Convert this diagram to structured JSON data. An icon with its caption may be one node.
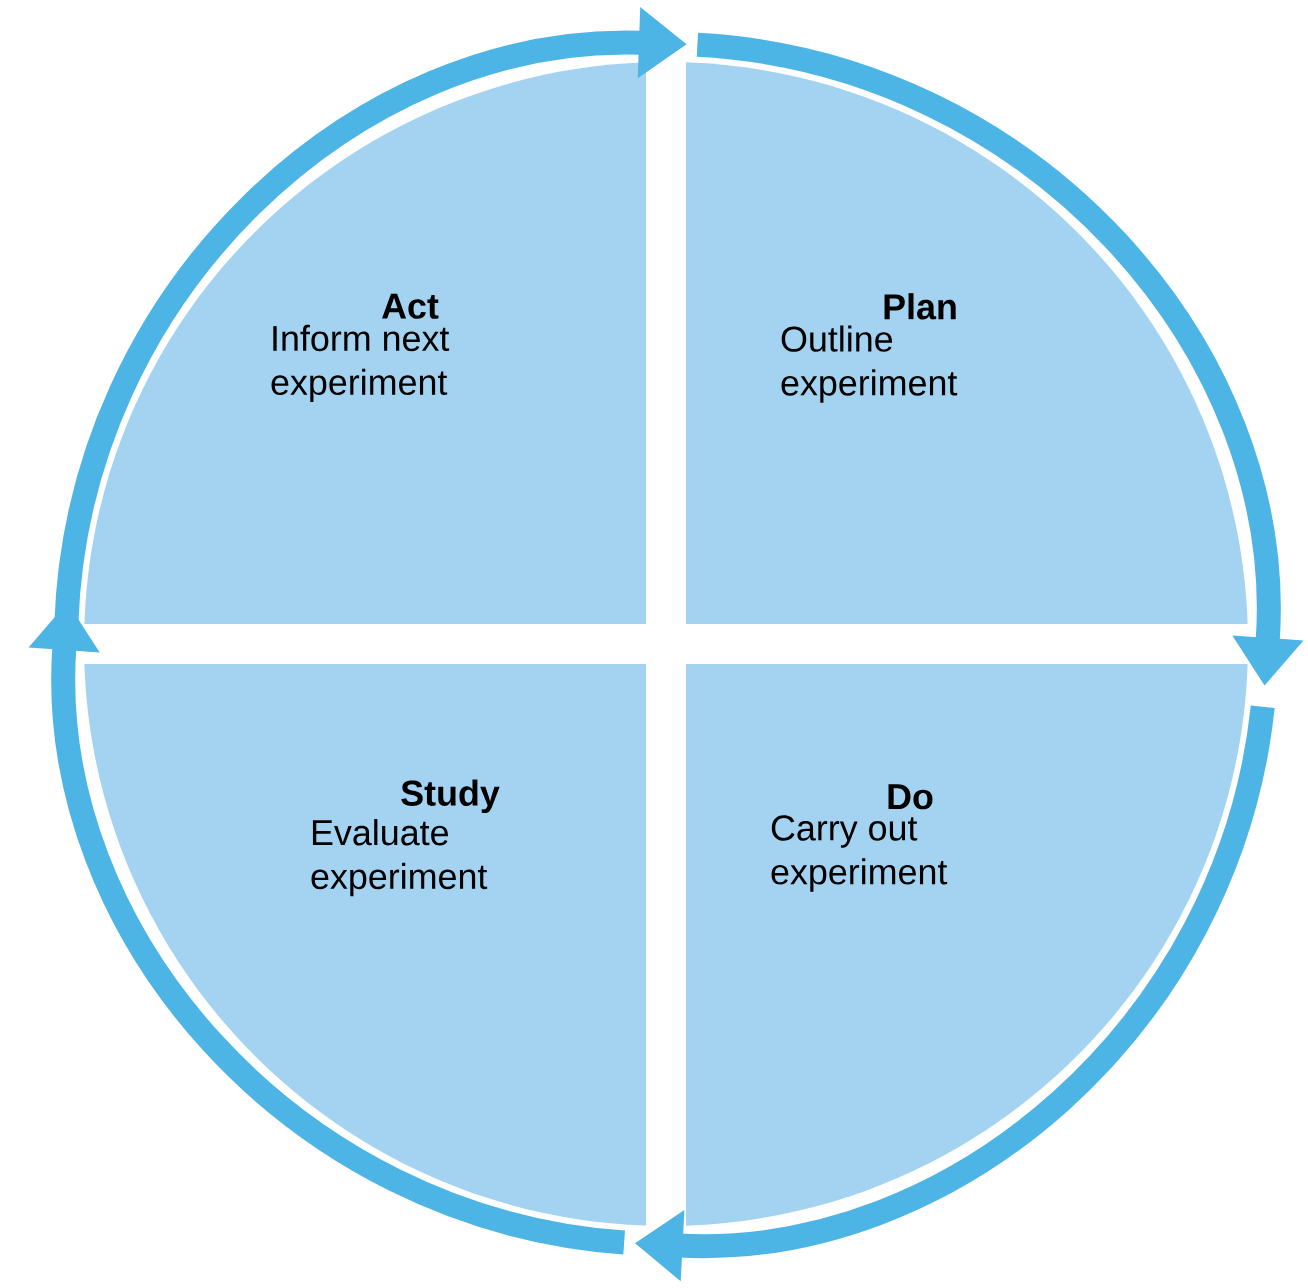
{
  "diagram": {
    "nodes": [
      {
        "text": [
          "Act",
          "Inform next experiment"
        ]
      },
      {
        "text": [
          "Plan",
          "Outline experiment"
        ]
      },
      {
        "text": [
          "Study",
          "Evaluate experiment"
        ]
      },
      {
        "text": [
          "Do",
          "Carry out experiment"
        ]
      }
    ],
    "edges": [
      {
        "from": 0,
        "to": 1,
        "arrow": "to"
      },
      {
        "from": 1,
        "to": 3,
        "arrow": "to"
      },
      {
        "from": 3,
        "to": 2,
        "arrow": "to"
      },
      {
        "from": 2,
        "to": 0,
        "arrow": "to"
      }
    ]
  }
}
